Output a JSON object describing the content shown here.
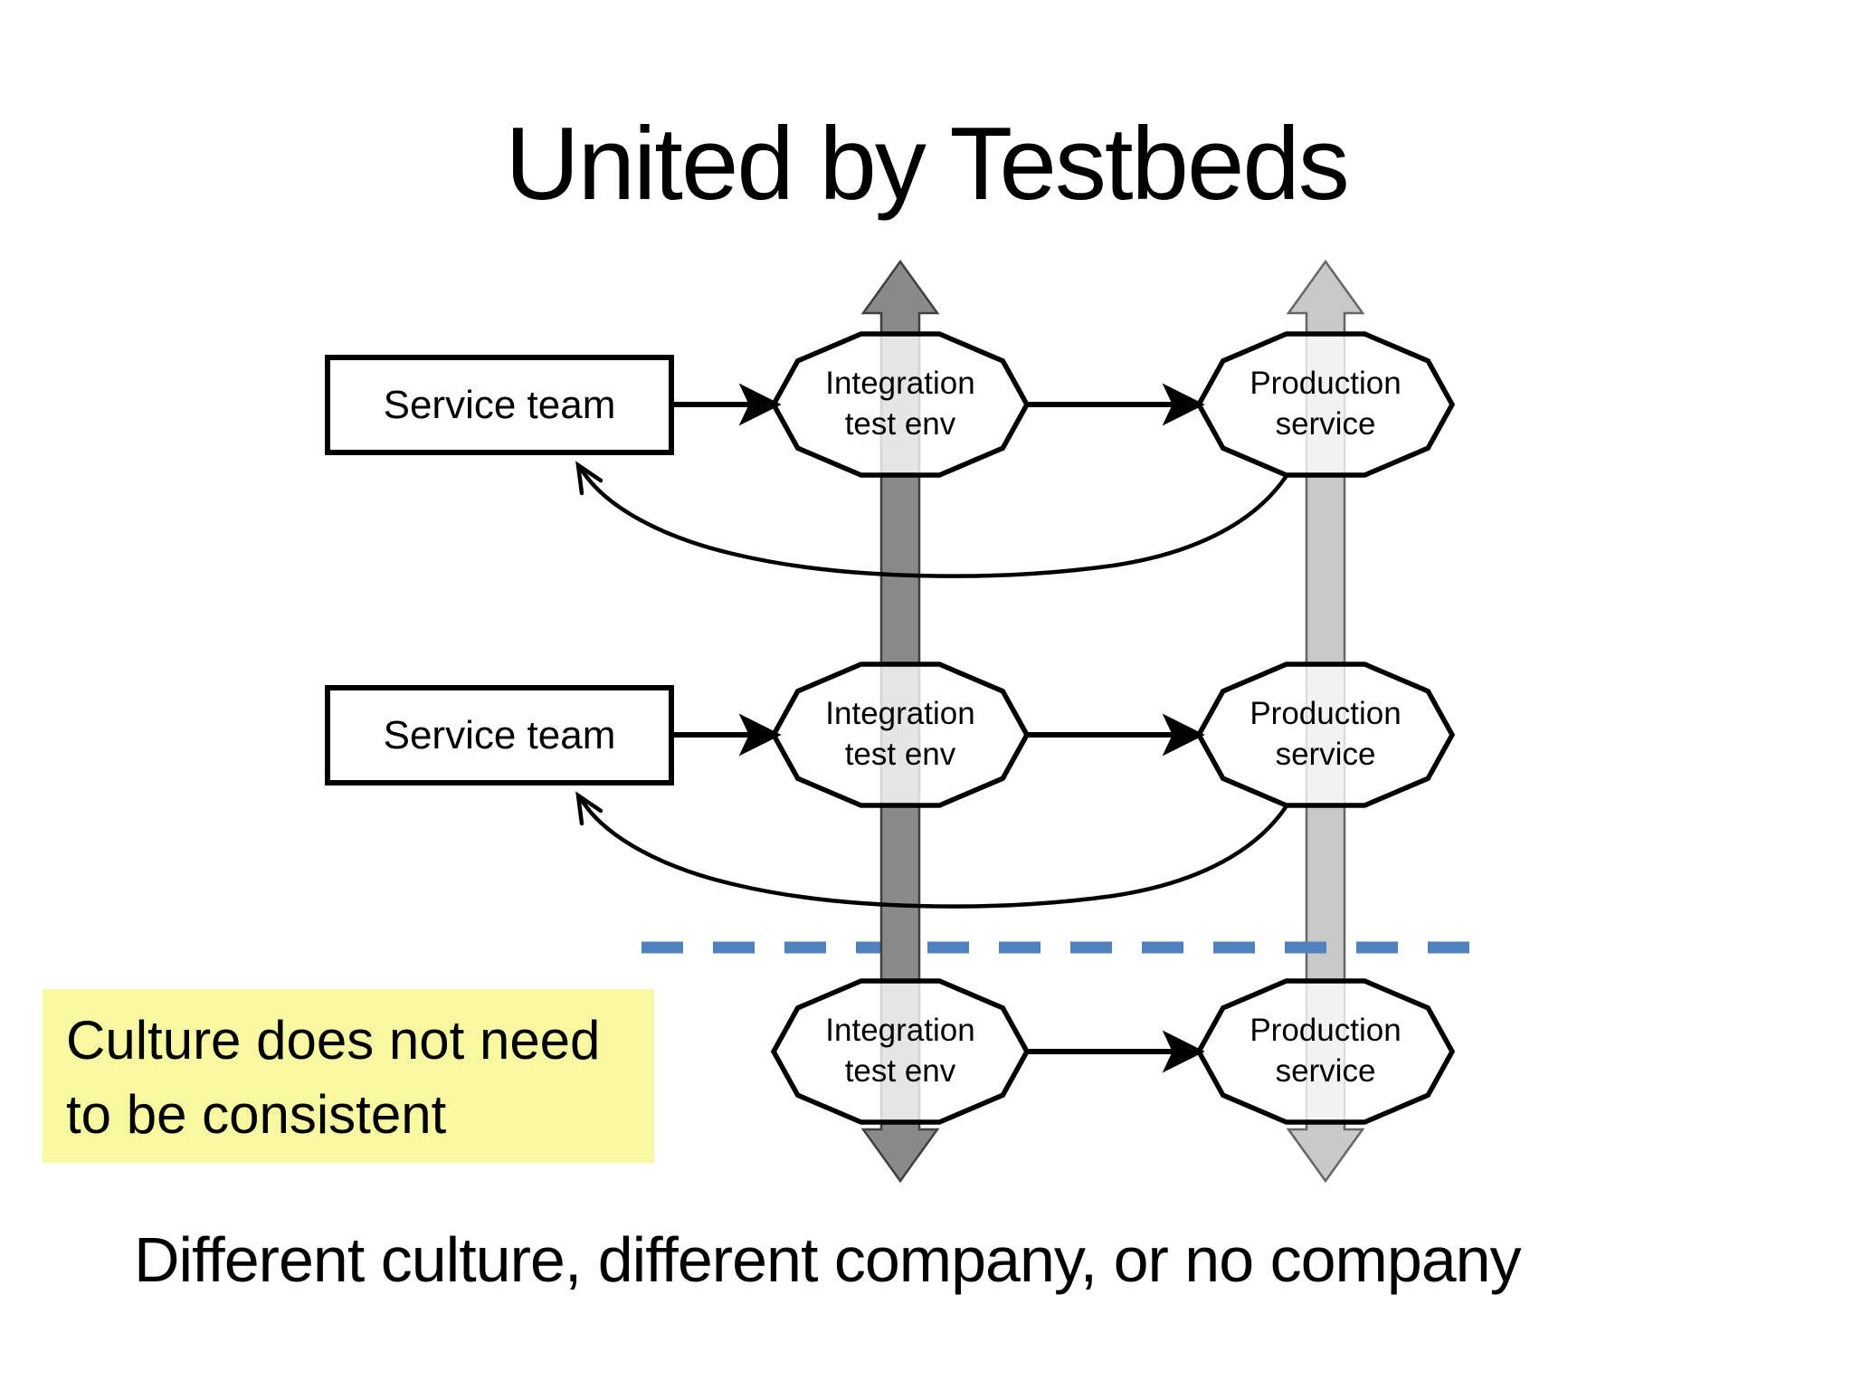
{
  "slide": {
    "title": "United by Testbeds",
    "caption": "Different culture, different company, or no company"
  },
  "callout": {
    "line1": "Culture does not need",
    "line2": "to be consistent"
  },
  "nodes": {
    "service_teams": [
      "Service team",
      "Service team"
    ],
    "test_envs": [
      {
        "line1": "Integration",
        "line2": "test env"
      },
      {
        "line1": "Integration",
        "line2": "test env"
      },
      {
        "line1": "Integration",
        "line2": "test env"
      }
    ],
    "production_services": [
      {
        "line1": "Production",
        "line2": "service"
      },
      {
        "line1": "Production",
        "line2": "service"
      },
      {
        "line1": "Production",
        "line2": "service"
      }
    ]
  },
  "colors": {
    "arrow_dark": "#8a8a8a",
    "arrow_dark_outline": "#3f3f3f",
    "arrow_light": "#c9c9c9",
    "arrow_light_outline": "#666666",
    "divider_blue": "#4f81bd",
    "node_fill": "#ffffff",
    "node_border": "#000000",
    "callout_bg": "#f8f8a2",
    "text": "#000000"
  }
}
